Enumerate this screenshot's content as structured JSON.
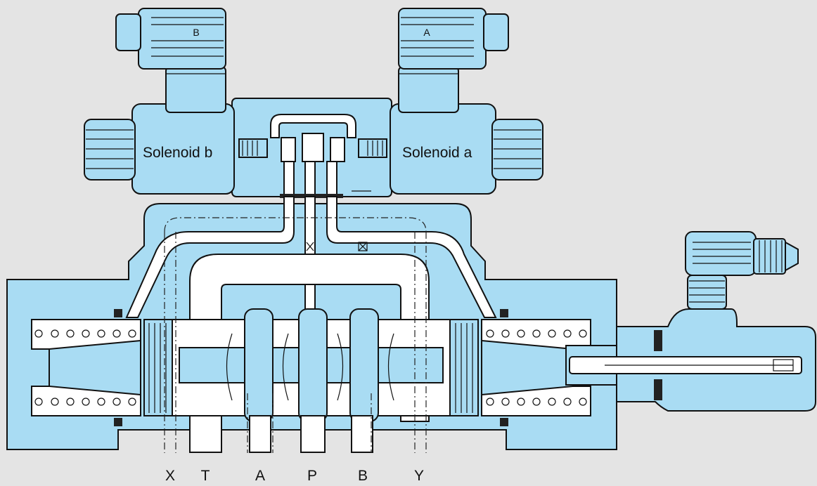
{
  "solenoids": {
    "left_label": "Solenoid b",
    "right_label": "Solenoid a",
    "left_plug": "B",
    "right_plug": "A"
  },
  "ports": [
    "X",
    "T",
    "A",
    "P",
    "B",
    "Y"
  ],
  "colors": {
    "background": "#e4e4e4",
    "valve_body": "#a9dcf3",
    "passage": "#ffffff",
    "outline": "#111111"
  }
}
